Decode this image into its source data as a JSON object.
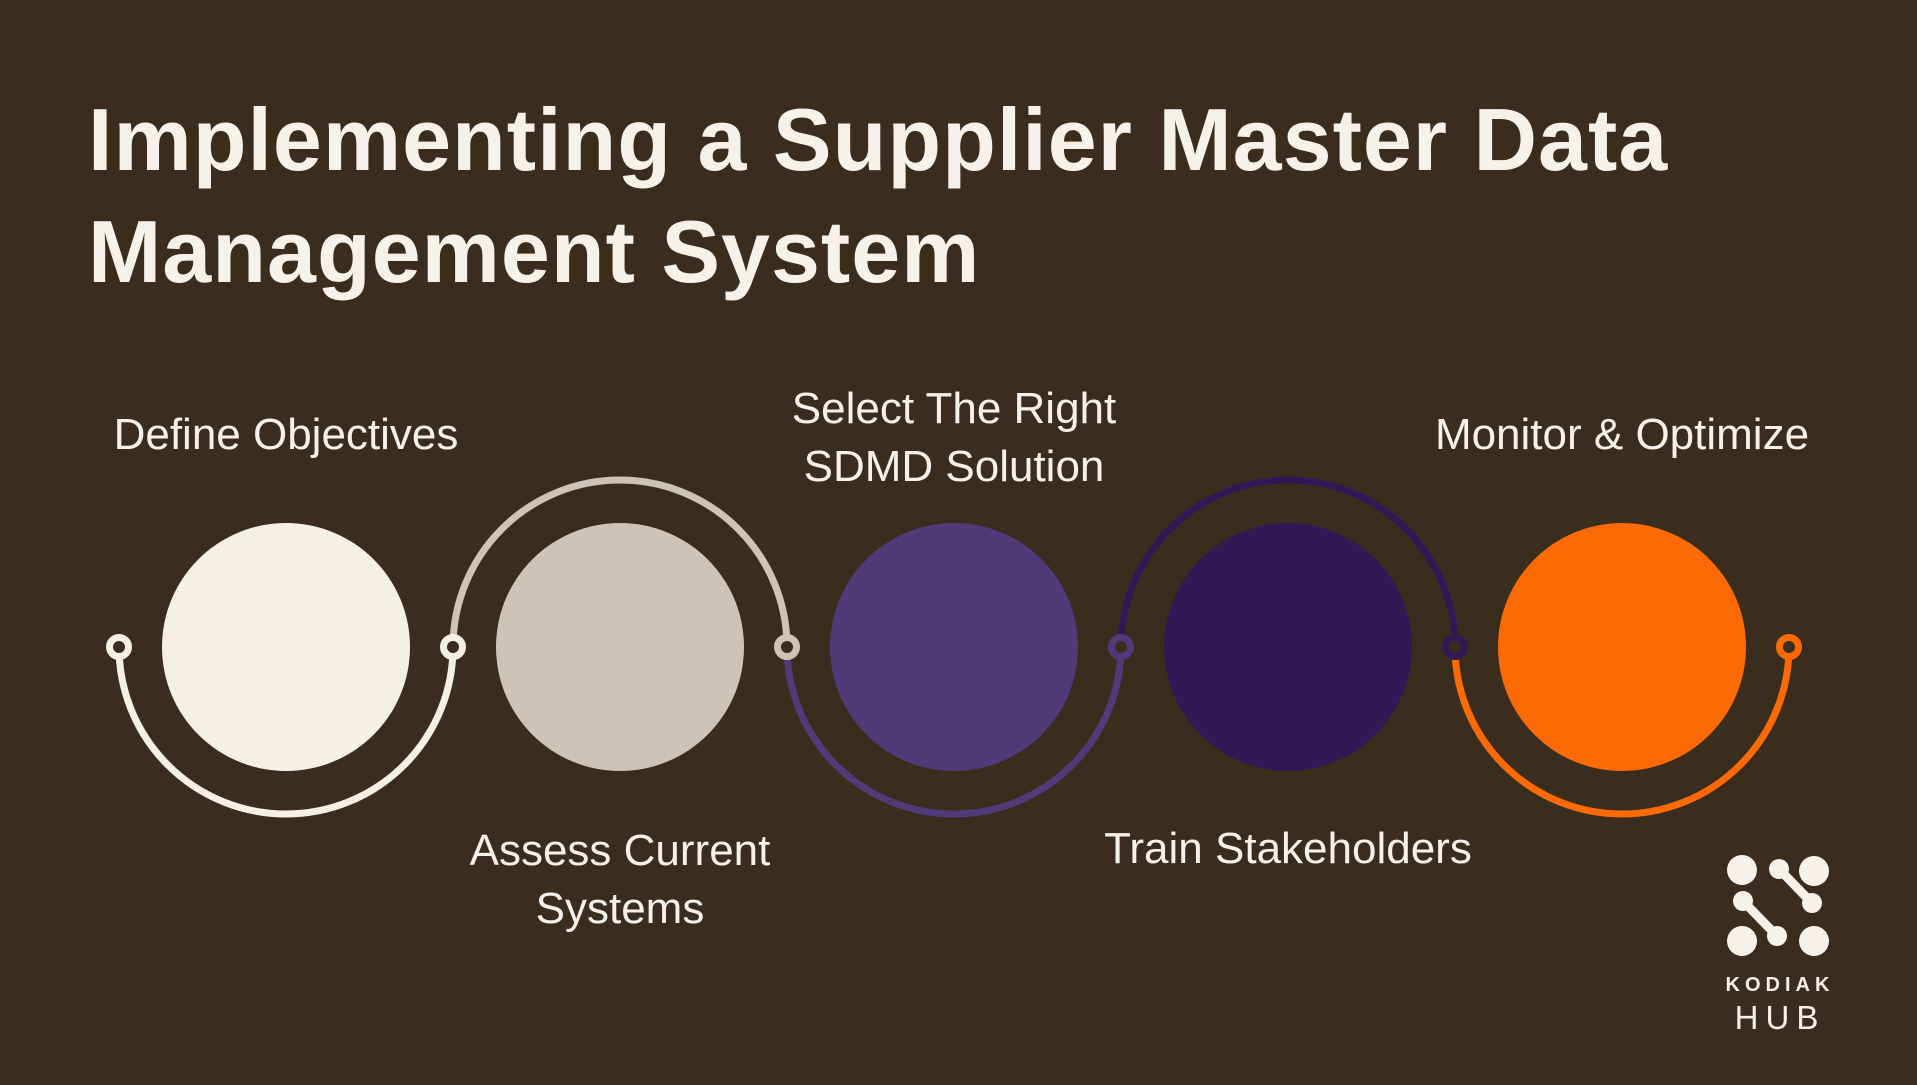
{
  "title": {
    "line1": "Implementing a Supplier Master Data",
    "line2": "Management System"
  },
  "colors": {
    "background": "#3A2D1E",
    "text": "#F7F2E9",
    "logo": "#F7F2E9"
  },
  "steps": [
    {
      "label": "Define Objectives",
      "label_lines": [
        "Define Objectives"
      ],
      "color": "#F5F0E4",
      "arc": "bottom",
      "label_position": "top"
    },
    {
      "label": "Assess Current Systems",
      "label_lines": [
        "Assess Current",
        "Systems"
      ],
      "color": "#CDC4B5",
      "arc": "top",
      "label_position": "bottom"
    },
    {
      "label": "Select The Right SDMD Solution",
      "label_lines": [
        "Select The Right",
        "SDMD Solution"
      ],
      "color": "#503A78",
      "arc": "bottom",
      "label_position": "top"
    },
    {
      "label": "Train Stakeholders",
      "label_lines": [
        "Train Stakeholders"
      ],
      "color": "#321956",
      "arc": "top",
      "label_position": "bottom"
    },
    {
      "label": "Monitor & Optimize",
      "label_lines": [
        "Monitor & Optimize"
      ],
      "color": "#FB6A04",
      "arc": "bottom",
      "label_position": "top"
    }
  ],
  "connector_rings": [
    {
      "color": "#F5F0E4"
    },
    {
      "color": "#F5F0E4"
    },
    {
      "color": "#CDC4B5"
    },
    {
      "color": "#503A78"
    },
    {
      "color": "#321956"
    },
    {
      "color": "#FB6A04"
    }
  ],
  "brand": {
    "name_line1": "KODIAK",
    "name_line2": "HUB"
  }
}
